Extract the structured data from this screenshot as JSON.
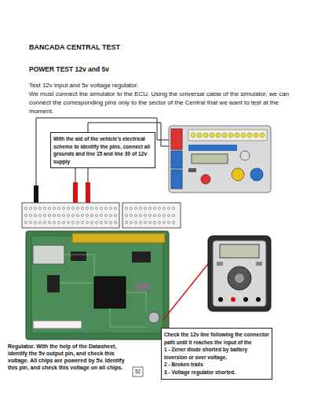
{
  "diagram": {
    "title": "BANCADA CENTRAL TEST",
    "nodes": [
      {
        "text": [
          "With the aid of the vehicle's electrical scheme to identify the pins, connect all grounds and line 15 and line 30 of 12v supply"
        ]
      },
      {
        "text": [
          "Check the 12v line following the connector path until it reaches the input of the",
          "1 - Zener diode shorted by battery inversion or over voltage.",
          "2 -  Broken trails",
          "3 - Voltage regulator shorted."
        ]
      }
    ],
    "labels": [
      "POWER TEST 12v and 5v",
      "Test 12v input and 5v voltage regulator.",
      "We must connect the simulator to the ECU. Using the universal cable of the simulator, we can connect the corresponding pins only to the sector of the Central that we want to test at the moment.",
      "Regulator. With the help of the Datasheet, identify the 5v output pin, and check this voltage. All chips are powered by 5v. Identify this pin, and check this voltage on all chips.",
      "52"
    ]
  }
}
